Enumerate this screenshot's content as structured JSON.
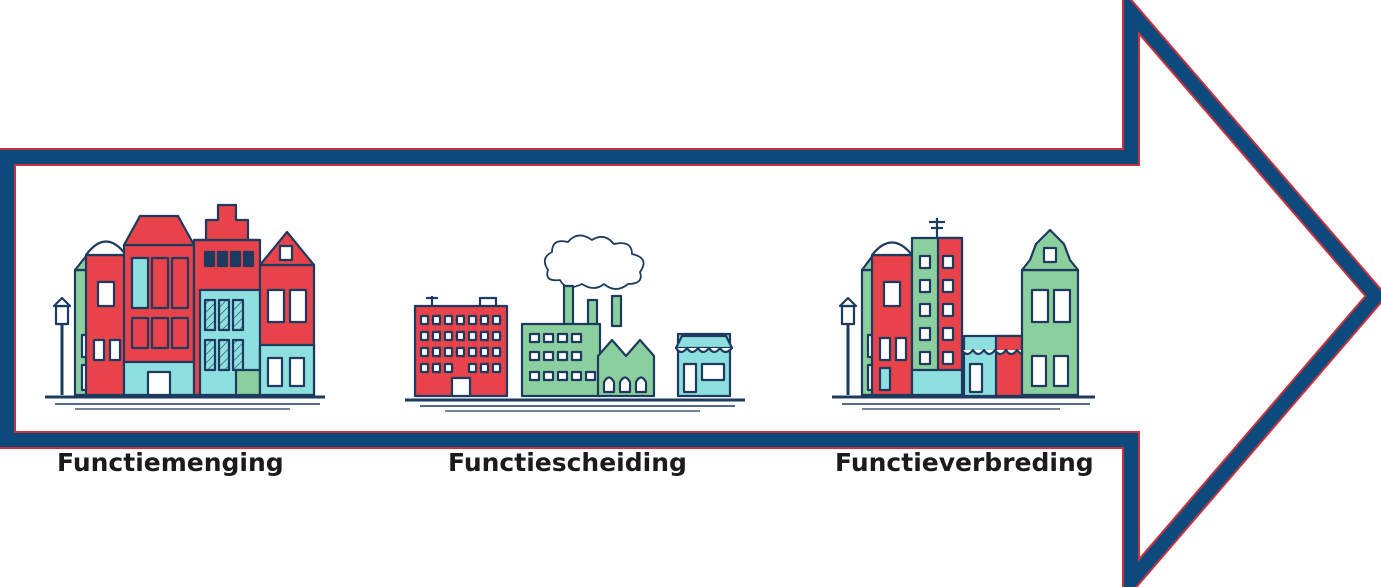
{
  "stages": [
    {
      "label": "Functiemenging"
    },
    {
      "label": "Functiescheiding"
    },
    {
      "label": "Functieverbreding"
    }
  ],
  "colors": {
    "arrow_outline": "#0c4a7e",
    "arrow_edge": "#c8323c",
    "building_red": "#e8424a",
    "building_green": "#8ccf9e",
    "building_cyan": "#8ee0e0",
    "ink": "#1d3a5f"
  },
  "icons": [
    "arrow-icon",
    "mixed-townhouses-icon",
    "separated-functions-icon",
    "broadened-townhouses-icon"
  ]
}
